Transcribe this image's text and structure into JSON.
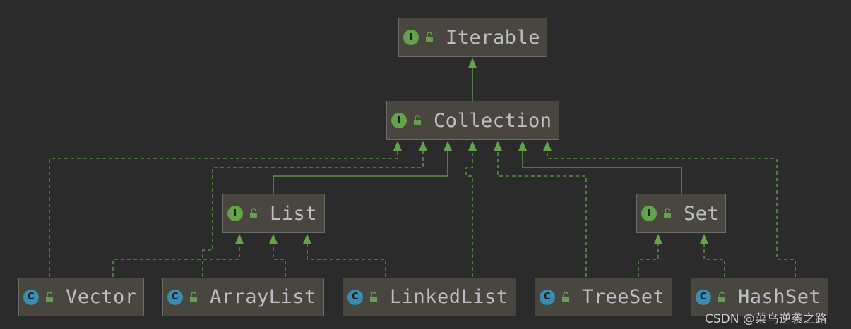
{
  "diagram": {
    "nodes": [
      {
        "id": "iterable",
        "kind": "interface",
        "badge": "I",
        "label": "Iterable"
      },
      {
        "id": "collection",
        "kind": "interface",
        "badge": "I",
        "label": "Collection"
      },
      {
        "id": "list",
        "kind": "interface",
        "badge": "I",
        "label": "List"
      },
      {
        "id": "set",
        "kind": "interface",
        "badge": "I",
        "label": "Set"
      },
      {
        "id": "vector",
        "kind": "class",
        "badge": "C",
        "label": "Vector"
      },
      {
        "id": "arraylist",
        "kind": "class",
        "badge": "C",
        "label": "ArrayList"
      },
      {
        "id": "linkedlist",
        "kind": "class",
        "badge": "C",
        "label": "LinkedList"
      },
      {
        "id": "treeset",
        "kind": "class",
        "badge": "C",
        "label": "TreeSet"
      },
      {
        "id": "hashset",
        "kind": "class",
        "badge": "C",
        "label": "HashSet"
      }
    ],
    "edges": [
      {
        "from": "collection",
        "to": "iterable",
        "style": "solid"
      },
      {
        "from": "list",
        "to": "collection",
        "style": "solid"
      },
      {
        "from": "set",
        "to": "collection",
        "style": "solid"
      },
      {
        "from": "vector",
        "to": "collection",
        "style": "dashed"
      },
      {
        "from": "arraylist",
        "to": "collection",
        "style": "dashed"
      },
      {
        "from": "linkedlist",
        "to": "collection",
        "style": "dashed"
      },
      {
        "from": "treeset",
        "to": "collection",
        "style": "dashed"
      },
      {
        "from": "hashset",
        "to": "collection",
        "style": "dashed"
      },
      {
        "from": "vector",
        "to": "list",
        "style": "dashed"
      },
      {
        "from": "arraylist",
        "to": "list",
        "style": "dashed"
      },
      {
        "from": "linkedlist",
        "to": "list",
        "style": "dashed"
      },
      {
        "from": "treeset",
        "to": "set",
        "style": "dashed"
      },
      {
        "from": "hashset",
        "to": "set",
        "style": "dashed"
      }
    ]
  },
  "colors": {
    "background": "#2b2b2b",
    "node_fill": "#48463f",
    "edge": "#62a34b",
    "interface_badge": "#62a34b",
    "class_badge": "#3b8cb2"
  },
  "watermark": "CSDN @菜鸟逆袭之路"
}
